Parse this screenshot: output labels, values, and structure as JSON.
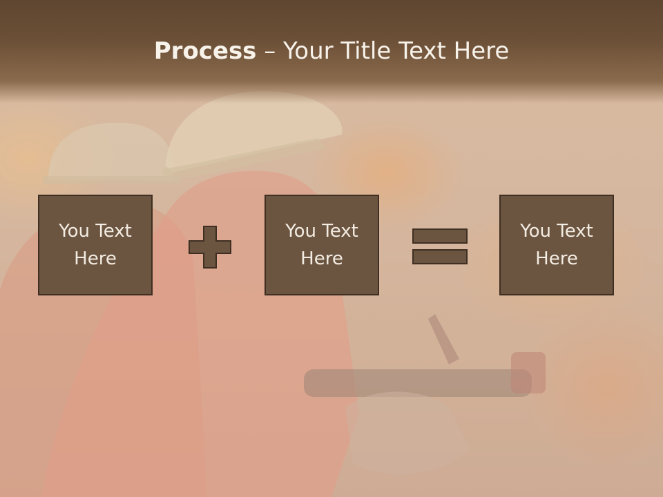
{
  "slide": {
    "title_bold": "Process",
    "title_rest": " – Your Title Text Here"
  },
  "boxes": [
    {
      "label": "You Text\nHere"
    },
    {
      "label": "You Text\nHere"
    },
    {
      "label": "You Text\nHere"
    }
  ],
  "operators": {
    "first": "plus-icon",
    "second": "equals-icon"
  },
  "colors": {
    "box_fill": "#6b5541",
    "box_border": "#3f2f22",
    "operator_fill": "#6b5541",
    "title_band": "#5f4631",
    "title_text": "#f7f2ea"
  }
}
